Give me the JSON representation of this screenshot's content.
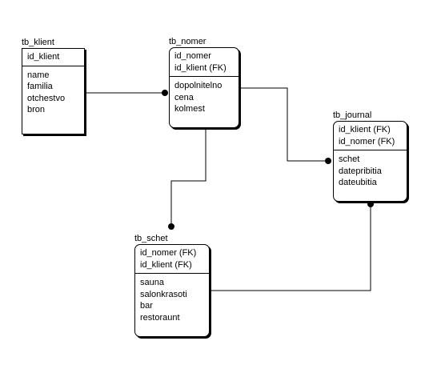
{
  "entities": {
    "tb_klient": {
      "name": "tb_klient",
      "keys": [
        "id_klient"
      ],
      "attributes": [
        "name",
        "familia",
        "otchestvo",
        "bron"
      ]
    },
    "tb_nomer": {
      "name": "tb_nomer",
      "keys": [
        "id_nomer",
        "id_klient (FK)"
      ],
      "attributes": [
        "dopolnitelno",
        "cena",
        "kolmest"
      ]
    },
    "tb_journal": {
      "name": "tb_journal",
      "keys": [
        "id_klient (FK)",
        "id_nomer (FK)"
      ],
      "attributes": [
        "schet",
        "datepribitia",
        "dateubitia"
      ]
    },
    "tb_schet": {
      "name": "tb_schet",
      "keys": [
        "id_nomer (FK)",
        "id_klient (FK)"
      ],
      "attributes": [
        "sauna",
        "salonkrasoti",
        "bar",
        "restoraunt"
      ]
    }
  },
  "relationships": [
    {
      "parent": "tb_klient",
      "child": "tb_nomer"
    },
    {
      "parent": "tb_nomer",
      "child": "tb_journal"
    },
    {
      "parent": "tb_nomer",
      "child": "tb_schet"
    },
    {
      "parent": "tb_schet",
      "child": "tb_journal"
    }
  ]
}
